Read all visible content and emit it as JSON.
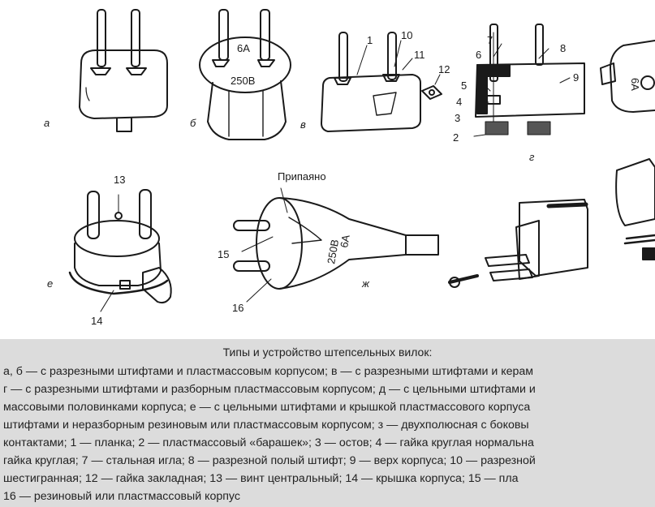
{
  "figure": {
    "panel_letters": [
      "а",
      "б",
      "в",
      "г",
      "е",
      "ж"
    ],
    "plug_b_rating_current": "6А",
    "plug_b_rating_voltage": "250В",
    "plug_zh_rating_current": "6А",
    "plug_zh_rating_voltage": "250В",
    "plug_d_rating": "6А",
    "soldered_label": "Припаяно",
    "part_numbers": [
      "1",
      "2",
      "3",
      "4",
      "5",
      "6",
      "7",
      "8",
      "9",
      "10",
      "11",
      "12",
      "13",
      "14",
      "15",
      "16"
    ]
  },
  "caption": {
    "title": "Типы и устройство штепсельных вилок:",
    "lines": [
      "а, б — с разрезными штифтами и пластмассовым корпусом; в — с разрезными штифтами и керам",
      "г — с разрезными штифтами и разборным пластмассовым корпусом; д — с цельными штифтами и",
      "массовыми половинками корпуса; е — с цельными штифтами и крышкой пластмассового корпуса",
      "штифтами и неразборным резиновым или пластмассовым корпусом; з — двухполюсная с боковы",
      "контактами; 1 — планка; 2 — пластмассовый «барашек»; 3 — остов; 4 — гайка круглая нормальна",
      "гайка круглая; 7 — стальная игла; 8 — разрезной полый штифт; 9 — верх корпуса; 10 — разрезной",
      "шестигранная; 12 — гайка закладная; 13 — винт центральный; 14 — крышка корпуса; 15 — пла",
      "16 — резиновый или пластмассовый корпус"
    ]
  }
}
